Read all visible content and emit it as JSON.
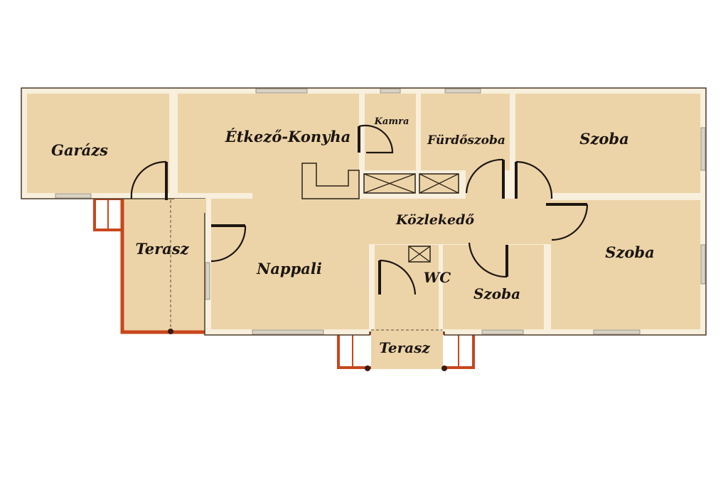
{
  "plan": {
    "rooms": {
      "garage": "Garázs",
      "kitchen": "Étkező-Konyha",
      "pantry": "Kamra",
      "bathroom": "Fürdőszoba",
      "bedroom_top": "Szoba",
      "hallway": "Közlekedő",
      "bedroom_right": "Szoba",
      "terrace_left": "Terasz",
      "living": "Nappali",
      "wc": "WC",
      "bedroom_small": "Szoba",
      "terrace_bottom": "Terasz"
    },
    "colors": {
      "floor": "#ecd4a8",
      "wall": "#f8efdc",
      "terrace_edge": "#c8461c"
    }
  }
}
